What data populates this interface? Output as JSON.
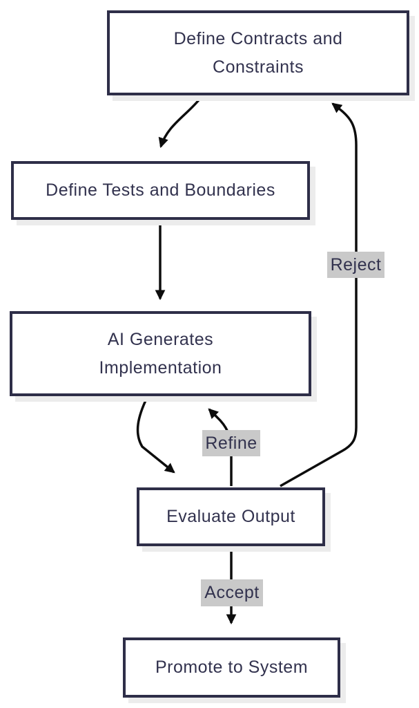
{
  "diagram": {
    "type": "flowchart",
    "nodes": [
      {
        "id": "define-contracts",
        "lines": [
          "Define Contracts and",
          "Constraints"
        ]
      },
      {
        "id": "define-tests",
        "lines": [
          "Define Tests and Boundaries",
          ""
        ]
      },
      {
        "id": "ai-generates",
        "lines": [
          "AI Generates",
          "Implementation"
        ]
      },
      {
        "id": "evaluate-output",
        "lines": [
          "Evaluate Output",
          ""
        ]
      },
      {
        "id": "promote-system",
        "lines": [
          "Promote to System",
          ""
        ]
      }
    ],
    "edges": [
      {
        "from": "Define Contracts and Constraints",
        "to": "Define Tests and Boundaries",
        "label": ""
      },
      {
        "from": "Define Tests and Boundaries",
        "to": "AI Generates Implementation",
        "label": ""
      },
      {
        "from": "AI Generates Implementation",
        "to": "Evaluate Output",
        "label": ""
      },
      {
        "from": "Evaluate Output",
        "to": "AI Generates Implementation",
        "label": "Refine"
      },
      {
        "from": "Evaluate Output",
        "to": "Define Contracts and Constraints",
        "label": "Reject"
      },
      {
        "from": "Evaluate Output",
        "to": "Promote to System",
        "label": "Accept"
      }
    ],
    "colors": {
      "border": "#2e2e48",
      "text": "#32324e",
      "arrow": "#0d0d0d",
      "label_bg": "#c9c9c9",
      "node_bg": "#ffffff",
      "shadow": "#ececec",
      "page_bg": "#ffffff"
    }
  }
}
